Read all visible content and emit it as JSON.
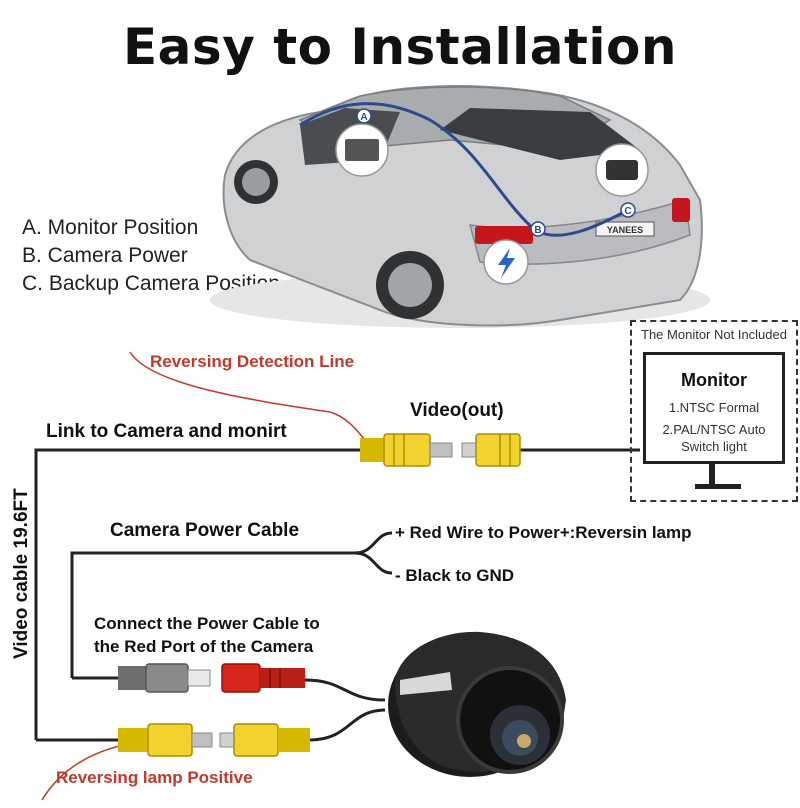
{
  "title": "Easy to Installation",
  "legend": [
    "A. Monitor Position",
    "B. Camera Power",
    "C. Backup Camera Position"
  ],
  "car": {
    "markers": [
      "A",
      "B",
      "C"
    ],
    "plate_text": "YANEES"
  },
  "monitor": {
    "note": "The Monitor Not Included",
    "title": "Monitor",
    "line1": "1.NTSC Formal",
    "line2": "2.PAL/NTSC Auto",
    "line3": "Switch light"
  },
  "labels": {
    "reversing_detection": "Reversing Detection Line",
    "video_out": "Video(out)",
    "link_camera": "Link to Camera and monirt",
    "video_cable": "Video cable 19.6FT",
    "power_cable": "Camera Power Cable",
    "red_wire": "+ Red Wire to Power+:Reversin lamp",
    "black_gnd": "- Black to GND",
    "connect_line1": "Connect the Power Cable to",
    "connect_line2": "the Red Port of the Camera",
    "reversing_lamp": "Reversing lamp Positive"
  },
  "colors": {
    "rca_yellow": "#f2d22e",
    "rca_red": "#d9261c",
    "cable": "#222222",
    "callout_red": "#c0392b"
  }
}
